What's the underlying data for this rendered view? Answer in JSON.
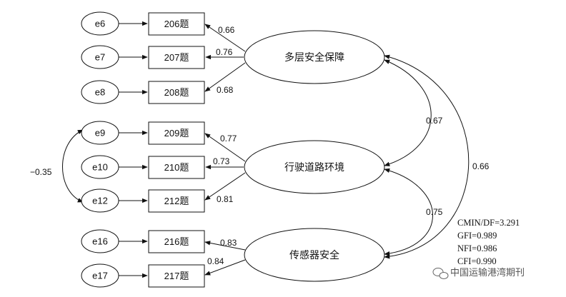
{
  "errors": [
    {
      "id": "e6",
      "label": "e6"
    },
    {
      "id": "e7",
      "label": "e7"
    },
    {
      "id": "e8",
      "label": "e8"
    },
    {
      "id": "e9",
      "label": "e9"
    },
    {
      "id": "e10",
      "label": "e10"
    },
    {
      "id": "e12",
      "label": "e12"
    },
    {
      "id": "e16",
      "label": "e16"
    },
    {
      "id": "e17",
      "label": "e17"
    }
  ],
  "indicators": [
    {
      "id": "q206",
      "label": "206题"
    },
    {
      "id": "q207",
      "label": "207题"
    },
    {
      "id": "q208",
      "label": "208题"
    },
    {
      "id": "q209",
      "label": "209题"
    },
    {
      "id": "q210",
      "label": "210题"
    },
    {
      "id": "q212",
      "label": "212题"
    },
    {
      "id": "q216",
      "label": "216题"
    },
    {
      "id": "q217",
      "label": "217题"
    }
  ],
  "latents": [
    {
      "id": "f1",
      "label": "多层安全保障"
    },
    {
      "id": "f2",
      "label": "行驶道路环境"
    },
    {
      "id": "f3",
      "label": "传感器安全"
    }
  ],
  "loadings": [
    {
      "from": "f1",
      "to": "q206",
      "value": "0.66"
    },
    {
      "from": "f1",
      "to": "q207",
      "value": "0.76"
    },
    {
      "from": "f1",
      "to": "q208",
      "value": "0.68"
    },
    {
      "from": "f2",
      "to": "q209",
      "value": "0.77"
    },
    {
      "from": "f2",
      "to": "q210",
      "value": "0.73"
    },
    {
      "from": "f2",
      "to": "q212",
      "value": "0.81"
    },
    {
      "from": "f3",
      "to": "q216",
      "value": "0.83"
    },
    {
      "from": "f3",
      "to": "q217",
      "value": "0.84"
    }
  ],
  "correlations": [
    {
      "a": "f1",
      "b": "f2",
      "value": "0.67"
    },
    {
      "a": "f2",
      "b": "f3",
      "value": "0.75"
    },
    {
      "a": "f1",
      "b": "f3",
      "value": "0.66"
    },
    {
      "a": "e9",
      "b": "e12",
      "value": "−0.35"
    }
  ],
  "fit_indices": [
    "CMIN/DF=3.291",
    "GFI=0.989",
    "NFI=0.986",
    "CFI=0.990"
  ],
  "watermark": "中国运输港湾期刊"
}
